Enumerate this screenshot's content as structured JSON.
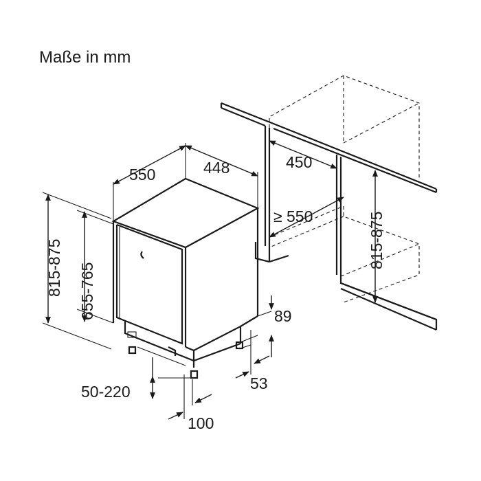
{
  "title": "Maße in mm",
  "dimensions": {
    "depth": "550",
    "width": "448",
    "niche_width": "450",
    "niche_depth": "≥ 550",
    "niche_height": "815-875",
    "total_height": "815-875",
    "appliance_height": "655-765",
    "plinth_height": "50-220",
    "plinth_depth": "100",
    "base_gap_top": "89",
    "base_gap_bottom": "53"
  }
}
